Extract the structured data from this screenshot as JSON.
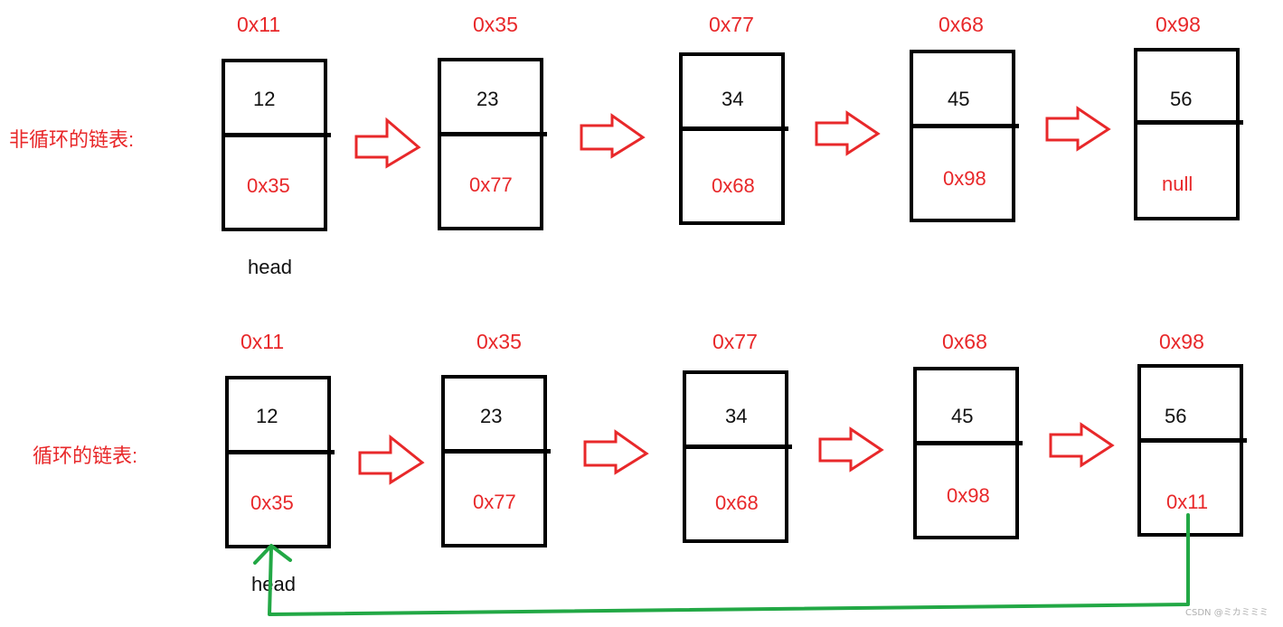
{
  "rows": [
    {
      "label": "非循环的链表:",
      "head_label": "head",
      "nodes": [
        {
          "address": "0x11",
          "value": "12",
          "next": "0x35"
        },
        {
          "address": "0x35",
          "value": "23",
          "next": "0x77"
        },
        {
          "address": "0x77",
          "value": "34",
          "next": "0x68"
        },
        {
          "address": "0x68",
          "value": "45",
          "next": "0x98"
        },
        {
          "address": "0x98",
          "value": "56",
          "next": "null"
        }
      ]
    },
    {
      "label": "循环的链表:",
      "head_label": "head",
      "nodes": [
        {
          "address": "0x11",
          "value": "12",
          "next": "0x35"
        },
        {
          "address": "0x35",
          "value": "23",
          "next": "0x77"
        },
        {
          "address": "0x77",
          "value": "34",
          "next": "0x68"
        },
        {
          "address": "0x68",
          "value": "45",
          "next": "0x98"
        },
        {
          "address": "0x98",
          "value": "56",
          "next": "0x11"
        }
      ]
    }
  ],
  "watermark": "CSDN @ミカミミミ",
  "colors": {
    "address_text": "#e8282a",
    "arrow_stroke": "#e8282a",
    "cycle_link": "#22a845",
    "box_border": "#000000"
  }
}
